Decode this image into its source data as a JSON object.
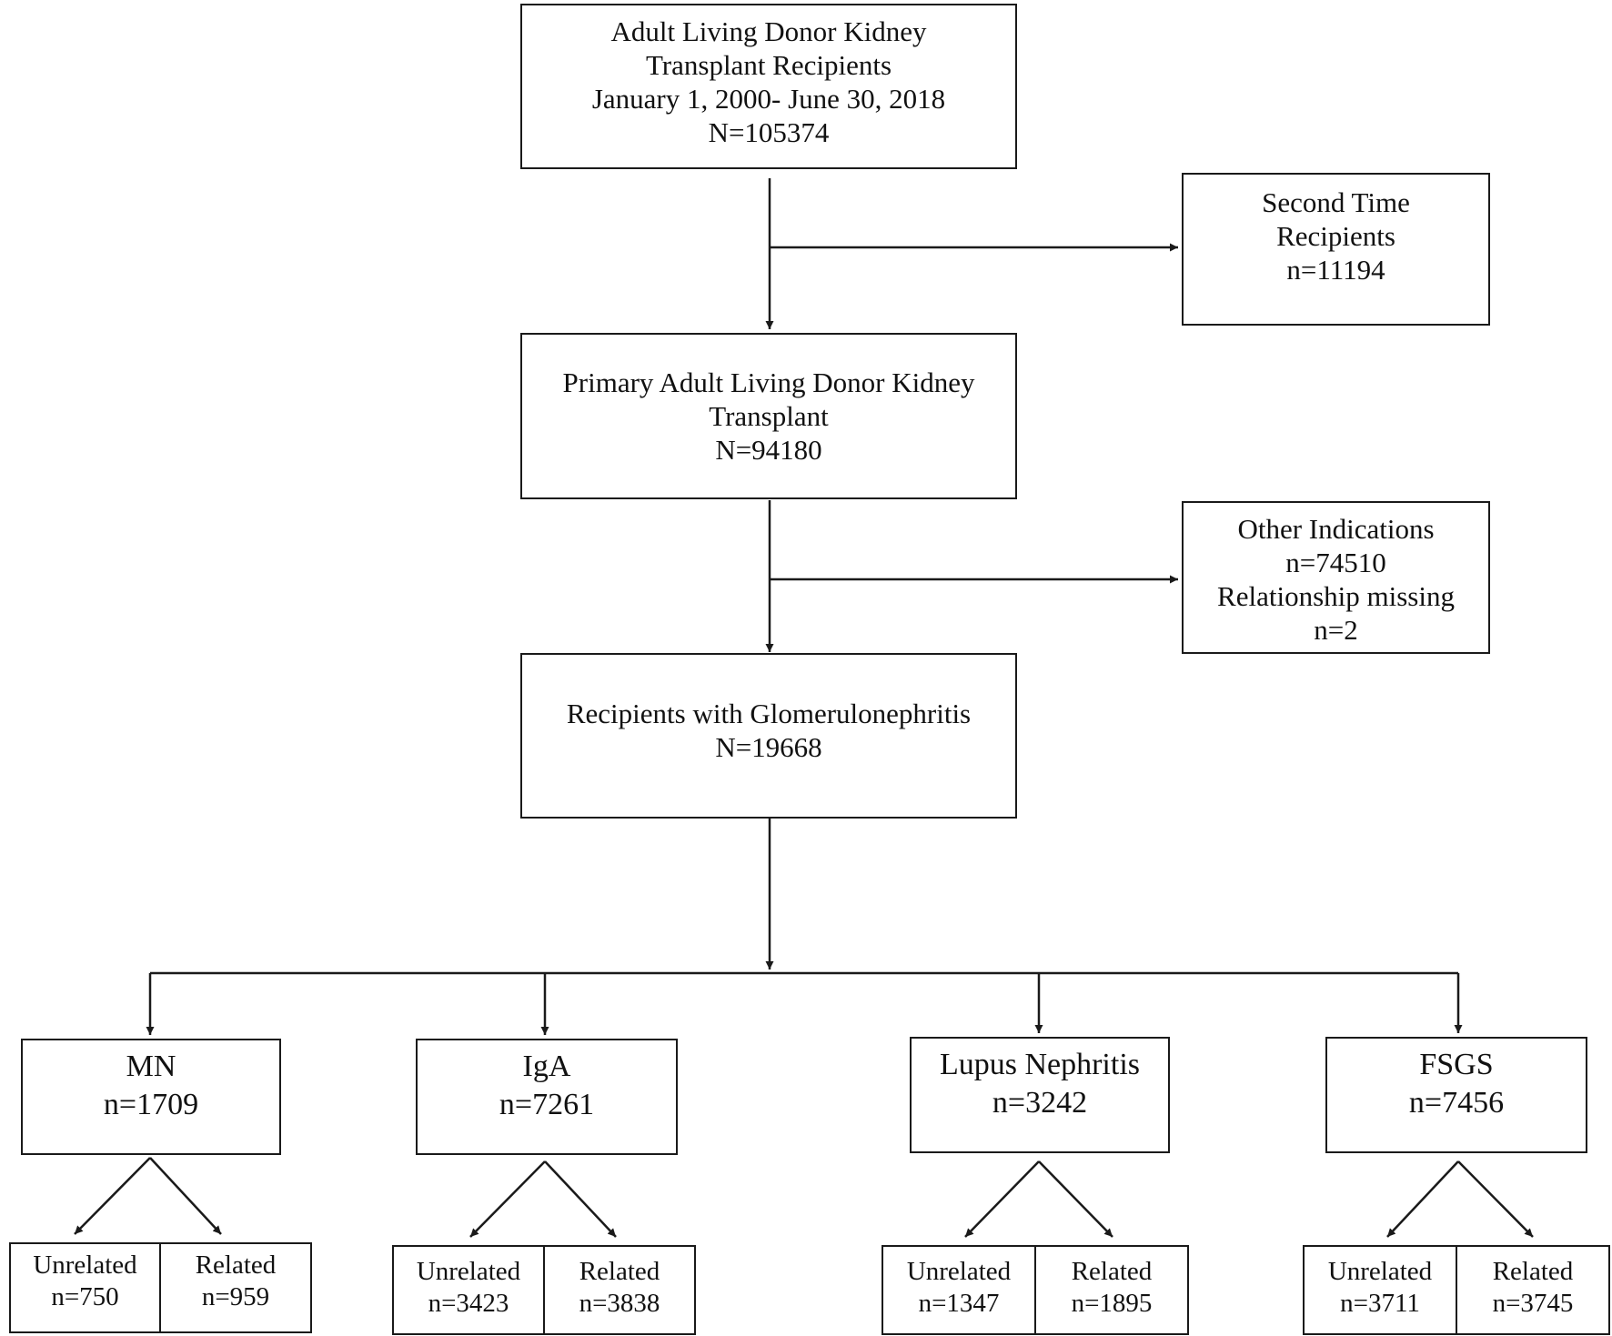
{
  "top": {
    "line1": "Adult Living Donor Kidney",
    "line2": "Transplant Recipients",
    "line3": "January 1, 2000- June 30, 2018",
    "n": "N=105374"
  },
  "exclusion1": {
    "line1": "Second Time",
    "line2": "Recipients",
    "n": "n=11194"
  },
  "primary": {
    "line1": "Primary Adult Living Donor Kidney",
    "line2": "Transplant",
    "n": "N=94180"
  },
  "exclusion2": {
    "line1": "Other Indications",
    "n1": "n=74510",
    "line2": "Relationship missing",
    "n2": "n=2"
  },
  "gn": {
    "line1": "Recipients with Glomerulonephritis",
    "n": "N=19668"
  },
  "categories": [
    {
      "name": "MN",
      "n": "n=1709",
      "unrelated": {
        "label": "Unrelated",
        "n": "n=750"
      },
      "related": {
        "label": "Related",
        "n": "n=959"
      }
    },
    {
      "name": "IgA",
      "n": "n=7261",
      "unrelated": {
        "label": "Unrelated",
        "n": "n=3423"
      },
      "related": {
        "label": "Related",
        "n": "n=3838"
      }
    },
    {
      "name": "Lupus Nephritis",
      "n": "n=3242",
      "unrelated": {
        "label": "Unrelated",
        "n": "n=1347"
      },
      "related": {
        "label": "Related",
        "n": "n=1895"
      }
    },
    {
      "name": "FSGS",
      "n": "n=7456",
      "unrelated": {
        "label": "Unrelated",
        "n": "n=3711"
      },
      "related": {
        "label": "Related",
        "n": "n=3745"
      }
    }
  ]
}
